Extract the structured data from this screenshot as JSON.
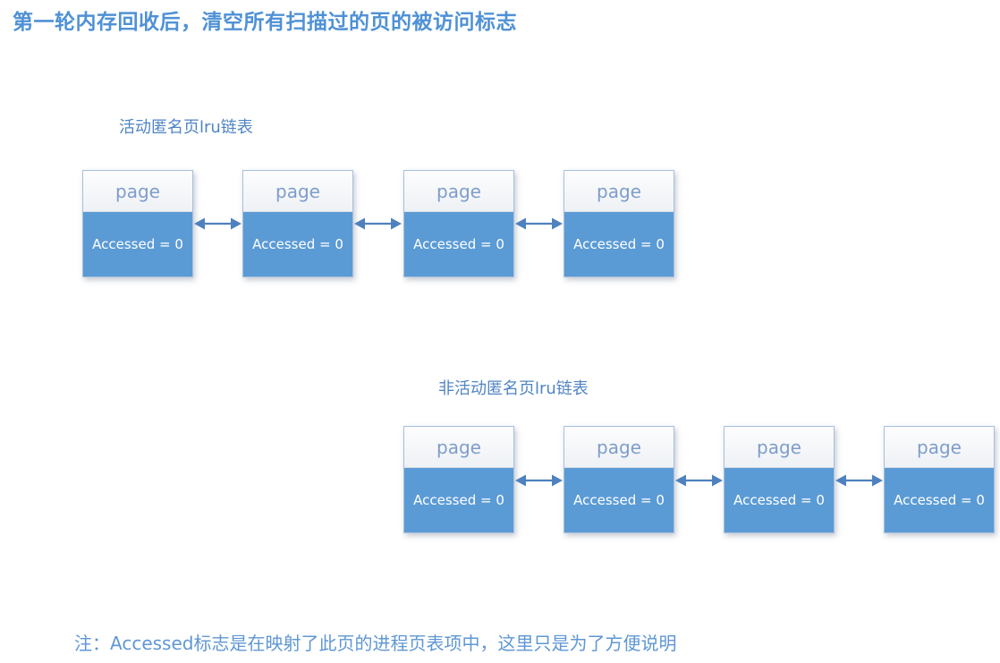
{
  "title": "第一轮内存回收后，清空所有扫描过的页的被访问标志",
  "note": "注：Accessed标志是在映射了此页的进程页表项中，这里只是为了方便说明",
  "lists": [
    {
      "label": "活动匿名页lru链表",
      "boxes": [
        {
          "title": "page",
          "value": "Accessed = 0"
        },
        {
          "title": "page",
          "value": "Accessed = 0"
        },
        {
          "title": "page",
          "value": "Accessed = 0"
        },
        {
          "title": "page",
          "value": "Accessed = 0"
        }
      ]
    },
    {
      "label": "非活动匿名页lru链表",
      "boxes": [
        {
          "title": "page",
          "value": "Accessed = 0"
        },
        {
          "title": "page",
          "value": "Accessed = 0"
        },
        {
          "title": "page",
          "value": "Accessed = 0"
        },
        {
          "title": "page",
          "value": "Accessed = 0"
        }
      ]
    }
  ],
  "colors": {
    "title_text": "#4f91d5",
    "label_text": "#5084c4",
    "note_text": "#5f97d3",
    "box_body": "#5b9bd5",
    "box_border": "#a9bfdd",
    "box_header_text": "#7e9dcb",
    "box_value_text": "#ffffff",
    "arrow": "#4e81bd"
  }
}
